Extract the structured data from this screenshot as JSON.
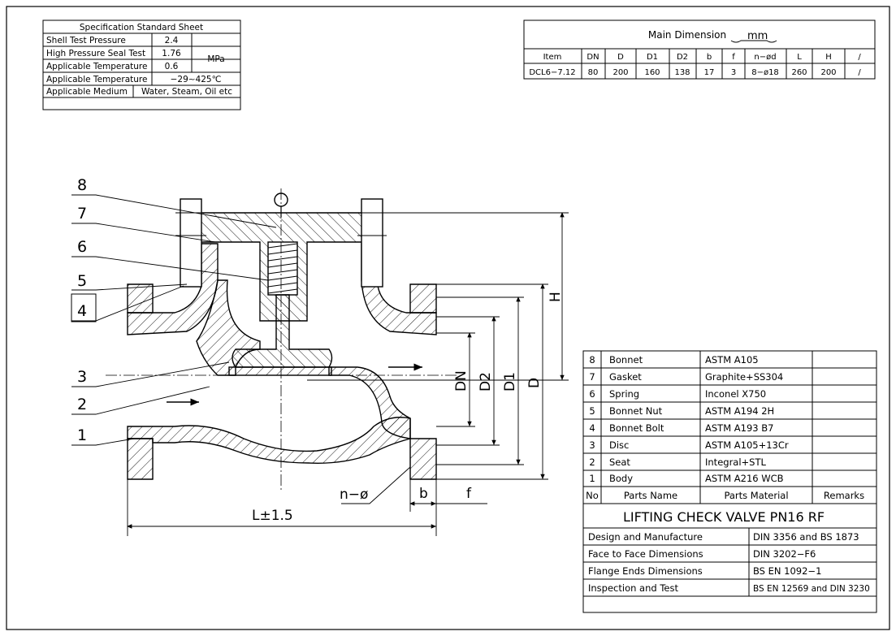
{
  "spec_sheet": {
    "title": "Specification Standard Sheet",
    "rows": [
      {
        "label": "Shell Test Pressure",
        "value": "2.4"
      },
      {
        "label": "High Pressure Seal Test",
        "value": "1.76"
      },
      {
        "label": "Applicable Temperature",
        "value": "0.6"
      },
      {
        "label": "Applicable Temperature",
        "value": "−29∼425℃"
      },
      {
        "label": "Applicable Medium",
        "value": "Water, Steam, Oil etc"
      }
    ],
    "unit": "MPa"
  },
  "main_dimension": {
    "title": "Main Dimension",
    "unit": "mm",
    "headers": [
      "Item",
      "DN",
      "D",
      "D1",
      "D2",
      "b",
      "f",
      "n−ød",
      "L",
      "H",
      "/"
    ],
    "row": [
      "DCL6−7.12",
      "80",
      "200",
      "160",
      "138",
      "17",
      "3",
      "8−ø18",
      "260",
      "200",
      "/"
    ]
  },
  "drawing": {
    "part_numbers": [
      "8",
      "7",
      "6",
      "5",
      "4",
      "3",
      "2",
      "1"
    ],
    "dim_labels": {
      "H": "H",
      "DN": "DN",
      "D2": "D2",
      "D1": "D1",
      "D": "D",
      "b": "b",
      "f": "f",
      "n_phi": "n−ø",
      "L": "L±1.5"
    }
  },
  "parts_list": {
    "rows": [
      {
        "no": "8",
        "name": "Bonnet",
        "material": "ASTM A105",
        "remarks": ""
      },
      {
        "no": "7",
        "name": "Gasket",
        "material": "Graphite+SS304",
        "remarks": ""
      },
      {
        "no": "6",
        "name": "Spring",
        "material": "Inconel X750",
        "remarks": ""
      },
      {
        "no": "5",
        "name": "Bonnet Nut",
        "material": "ASTM A194 2H",
        "remarks": ""
      },
      {
        "no": "4",
        "name": "Bonnet Bolt",
        "material": "ASTM A193 B7",
        "remarks": ""
      },
      {
        "no": "3",
        "name": "Disc",
        "material": "ASTM A105+13Cr",
        "remarks": ""
      },
      {
        "no": "2",
        "name": "Seat",
        "material": "Integral+STL",
        "remarks": ""
      },
      {
        "no": "1",
        "name": "Body",
        "material": "ASTM A216 WCB",
        "remarks": ""
      }
    ],
    "headers": {
      "no": "No",
      "name": "Parts Name",
      "material": "Parts Material",
      "remarks": "Remarks"
    }
  },
  "title_block": {
    "title": "LIFTING CHECK VALVE PN16 RF",
    "rows": [
      {
        "label": "Design and Manufacture",
        "value": "DIN 3356 and BS 1873"
      },
      {
        "label": "Face to Face Dimensions",
        "value": "DIN 3202−F6"
      },
      {
        "label": "Flange Ends Dimensions",
        "value": "BS EN 1092−1"
      },
      {
        "label": "Inspection and Test",
        "value": "BS EN 12569 and DIN 3230"
      }
    ]
  }
}
